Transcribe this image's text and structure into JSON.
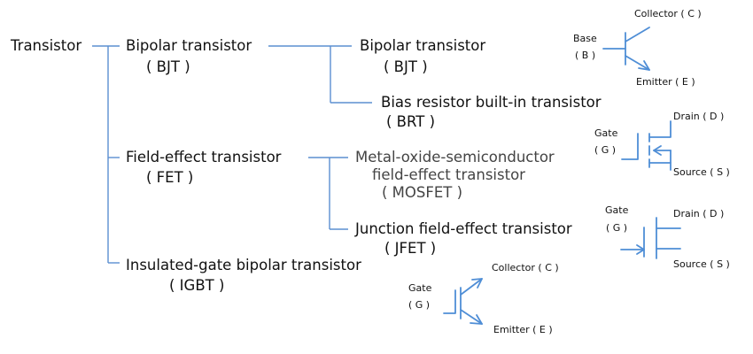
{
  "colors": {
    "line": "#5b8fd1",
    "symbol": "#4f8ed6"
  },
  "tree": {
    "root": "Transistor",
    "bjt": {
      "name": "Bipolar transistor",
      "abbr": "( BJT )"
    },
    "bjt_plain": {
      "name": "Bipolar transistor",
      "abbr": "( BJT )"
    },
    "brt": {
      "name": "Bias resistor built-in transistor",
      "abbr": "( BRT )"
    },
    "fet": {
      "name": "Field-effect transistor",
      "abbr": "( FET )"
    },
    "mosfet": {
      "line1": "Metal-oxide-semiconductor",
      "line2": "field-effect transistor",
      "abbr": "( MOSFET )"
    },
    "jfet": {
      "name": "Junction field-effect transistor",
      "abbr": "( JFET )"
    },
    "igbt": {
      "name": "Insulated-gate bipolar transistor",
      "abbr": "( IGBT )"
    }
  },
  "symbols": {
    "bjt": {
      "collector": "Collector ( C )",
      "base": "Base",
      "base_abbr": "( B )",
      "emitter": "Emitter ( E )"
    },
    "mosfet": {
      "gate": "Gate",
      "gate_abbr": "( G )",
      "drain": "Drain ( D )",
      "source": "Source ( S )"
    },
    "jfet": {
      "gate": "Gate",
      "gate_abbr": "( G )",
      "drain": "Drain ( D )",
      "source": "Source ( S )"
    },
    "igbt": {
      "gate": "Gate",
      "gate_abbr": "( G )",
      "collector": "Collector ( C )",
      "emitter": "Emitter ( E )"
    }
  }
}
